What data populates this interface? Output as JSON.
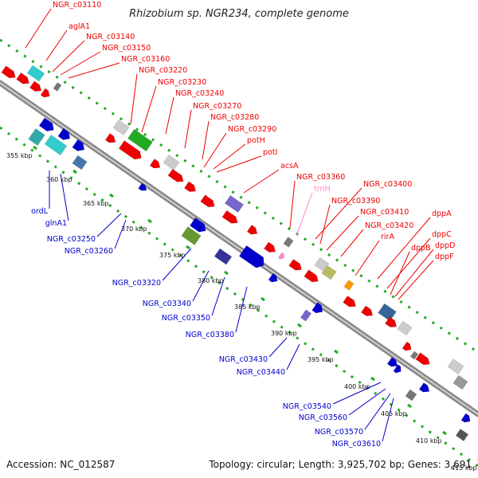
{
  "title": "Rhizobium sp. NGR234, complete genome",
  "accession": "Accession: NC_012587",
  "topology": "Topology: circular; Length: 3,925,702 bp; Genes: 3,691",
  "kbp_labels": [
    "355 kbp",
    "360 kbp",
    "365 kbp",
    "370 kbp",
    "375 kbp",
    "380 kbp",
    "385 kbp",
    "390 kbp",
    "395 kbp",
    "400 kbp",
    "405 kbp",
    "410 kbp",
    "415 kbp"
  ],
  "genes_top": [
    "NGR_c03110",
    "aglA1",
    "NGR_c03140",
    "NGR_c03150",
    "NGR_c03160",
    "NGR_c03220",
    "NGR_c03230",
    "NGR_c03240",
    "NGR_c03270",
    "NGR_c03280",
    "NGR_c03290",
    "potH",
    "potI",
    "acsA",
    "NGR_c03360",
    "trnH",
    "NGR_c03400",
    "NGR_c03390",
    "NGR_c03410",
    "NGR_c03420",
    "dppA",
    "rirA",
    "dppC",
    "dppB",
    "dppD",
    "dppF"
  ],
  "genes_bottom": [
    "ordL",
    "glnA1",
    "NGR_c03250",
    "NGR_c03260",
    "NGR_c03320",
    "NGR_c03340",
    "NGR_c03350",
    "NGR_c03380",
    "NGR_c03430",
    "NGR_c03440",
    "NGR_c03540",
    "NGR_c03560",
    "NGR_c03570",
    "NGR_c03610"
  ],
  "colors": {
    "forward": "#ee0000",
    "reverse": "#0000cc",
    "trna": "#ff88cc",
    "backbone": "#999999",
    "gc_line": "#22aa22"
  }
}
